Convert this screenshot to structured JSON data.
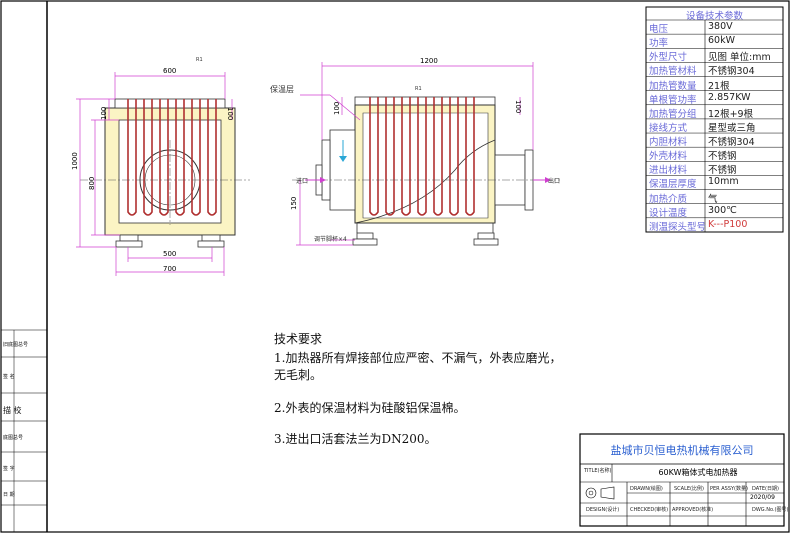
{
  "spec_table": {
    "title": "设备技术参数",
    "rows": [
      {
        "label": "电压",
        "value": "380V"
      },
      {
        "label": "功率",
        "value": "60kW"
      },
      {
        "label": "外型尺寸",
        "value": "见图 单位:mm"
      },
      {
        "label": "加热管材料",
        "value": "不锈钢304"
      },
      {
        "label": "加热管数量",
        "value": "21根"
      },
      {
        "label": "单根管功率",
        "value": "2.857KW"
      },
      {
        "label": "加热管分组",
        "value": "12根+9根"
      },
      {
        "label": "接线方式",
        "value": "星型或三角"
      },
      {
        "label": "内胆材料",
        "value": "不锈钢304"
      },
      {
        "label": "外壳材料",
        "value": "不锈钢"
      },
      {
        "label": "进出材料",
        "value": "不锈钢"
      },
      {
        "label": "保温层厚度",
        "value": "10mm"
      },
      {
        "label": "加热介质",
        "value": "气"
      },
      {
        "label": "设计温度",
        "value": "300℃"
      },
      {
        "label": "测温探头型号",
        "value": "K---P100"
      }
    ]
  },
  "drawing": {
    "dim_600": "600",
    "dim_1200": "1200",
    "dim_1000": "1000",
    "dim_800": "800",
    "dim_500": "500",
    "dim_700": "700",
    "dim_100a": "100",
    "dim_100b": "100",
    "dim_100c": "100",
    "dim_100d": "100",
    "dim_150": "150",
    "label_insulation": "保温层",
    "label_inlet": "进口",
    "label_outlet": "出口",
    "label_adjust": "调节脚杯×4",
    "label_tag": "R1"
  },
  "notes": {
    "heading": "技术要求",
    "line1": "1.加热器所有焊接部位应严密、不漏气，外表应磨光，",
    "line1b": "无毛刺。",
    "line2": "2.外表的保温材料为硅酸铝保温棉。",
    "line3": "3.进出口活套法兰为DN200。"
  },
  "title_block": {
    "company": "盐城市贝恒电热机械有限公司",
    "product": "60KW箱体式电加热器",
    "title_label": "TITLE(名称)",
    "drawn": "DRAWN(绘图)",
    "scale": "SCALE(比例)",
    "per_assy": "PER ASSY(数量)",
    "date": "DATE(日期)",
    "date_value": "2020/09",
    "design": "DESIGN(设计)",
    "checked": "CHECKED(审核)",
    "approved": "APPROVED(核准)",
    "dwg_no": "DWG.No.(图号)"
  },
  "side_strip": {
    "labels": [
      "旧底图总号",
      "签 名",
      "描 校",
      "底图总号",
      "签 字",
      "日 期"
    ]
  }
}
